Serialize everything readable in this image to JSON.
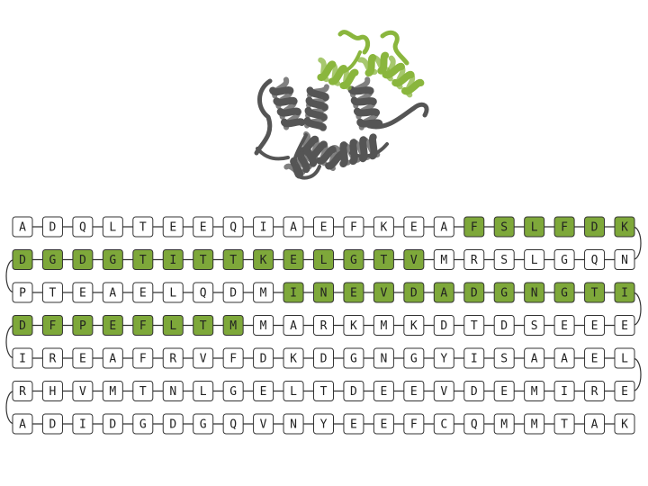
{
  "structure": {
    "highlight_color": "#8ab63d",
    "base_color": "#555555"
  },
  "sequence": {
    "highlight_color": "#7ea83a",
    "box_fill": "#ffffff",
    "box_stroke": "#333333",
    "connector_color": "#333333",
    "rows": [
      {
        "letters": [
          "A",
          "D",
          "Q",
          "L",
          "T",
          "E",
          "E",
          "Q",
          "I",
          "A",
          "E",
          "F",
          "K",
          "E",
          "A",
          "F",
          "S",
          "L",
          "F",
          "D",
          "K"
        ],
        "highlighted": [
          0,
          0,
          0,
          0,
          0,
          0,
          0,
          0,
          0,
          0,
          0,
          0,
          0,
          0,
          0,
          1,
          1,
          1,
          1,
          1,
          1
        ]
      },
      {
        "letters": [
          "D",
          "G",
          "D",
          "G",
          "T",
          "I",
          "T",
          "T",
          "K",
          "E",
          "L",
          "G",
          "T",
          "V",
          "M",
          "R",
          "S",
          "L",
          "G",
          "Q",
          "N"
        ],
        "highlighted": [
          1,
          1,
          1,
          1,
          1,
          1,
          1,
          1,
          1,
          1,
          1,
          1,
          1,
          1,
          0,
          0,
          0,
          0,
          0,
          0,
          0
        ]
      },
      {
        "letters": [
          "P",
          "T",
          "E",
          "A",
          "E",
          "L",
          "Q",
          "D",
          "M",
          "I",
          "N",
          "E",
          "V",
          "D",
          "A",
          "D",
          "G",
          "N",
          "G",
          "T",
          "I"
        ],
        "highlighted": [
          0,
          0,
          0,
          0,
          0,
          0,
          0,
          0,
          0,
          1,
          1,
          1,
          1,
          1,
          1,
          1,
          1,
          1,
          1,
          1,
          1
        ]
      },
      {
        "letters": [
          "D",
          "F",
          "P",
          "E",
          "F",
          "L",
          "T",
          "M",
          "M",
          "A",
          "R",
          "K",
          "M",
          "K",
          "D",
          "T",
          "D",
          "S",
          "E",
          "E",
          "E"
        ],
        "highlighted": [
          1,
          1,
          1,
          1,
          1,
          1,
          1,
          1,
          0,
          0,
          0,
          0,
          0,
          0,
          0,
          0,
          0,
          0,
          0,
          0,
          0
        ]
      },
      {
        "letters": [
          "I",
          "R",
          "E",
          "A",
          "F",
          "R",
          "V",
          "F",
          "D",
          "K",
          "D",
          "G",
          "N",
          "G",
          "Y",
          "I",
          "S",
          "A",
          "A",
          "E",
          "L"
        ],
        "highlighted": [
          0,
          0,
          0,
          0,
          0,
          0,
          0,
          0,
          0,
          0,
          0,
          0,
          0,
          0,
          0,
          0,
          0,
          0,
          0,
          0,
          0
        ]
      },
      {
        "letters": [
          "R",
          "H",
          "V",
          "M",
          "T",
          "N",
          "L",
          "G",
          "E",
          "L",
          "T",
          "D",
          "E",
          "E",
          "V",
          "D",
          "E",
          "M",
          "I",
          "R",
          "E"
        ],
        "highlighted": [
          0,
          0,
          0,
          0,
          0,
          0,
          0,
          0,
          0,
          0,
          0,
          0,
          0,
          0,
          0,
          0,
          0,
          0,
          0,
          0,
          0
        ]
      },
      {
        "letters": [
          "A",
          "D",
          "I",
          "D",
          "G",
          "D",
          "G",
          "Q",
          "V",
          "N",
          "Y",
          "E",
          "E",
          "F",
          "C",
          "Q",
          "M",
          "M",
          "T",
          "A",
          "K"
        ],
        "highlighted": [
          0,
          0,
          0,
          0,
          0,
          0,
          0,
          0,
          0,
          0,
          0,
          0,
          0,
          0,
          0,
          0,
          0,
          0,
          0,
          0,
          0
        ]
      }
    ]
  }
}
